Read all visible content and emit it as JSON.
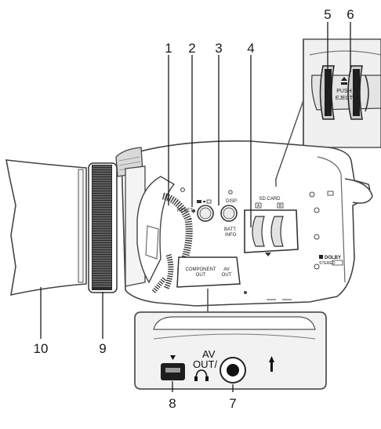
{
  "callouts": {
    "n1": "1",
    "n2": "2",
    "n3": "3",
    "n4": "4",
    "n5": "5",
    "n6": "6",
    "n7": "7",
    "n8": "8",
    "n9": "9",
    "n10": "10"
  },
  "camera_labels": {
    "reset": "RESET",
    "disp": "DISP.",
    "batt_info_1": "BATT.",
    "batt_info_2": "INFO",
    "sd_card": "SD CARD",
    "slot_a": "A",
    "slot_b": "B",
    "dolby_1": "DOLBY",
    "dolby_2": "STEREO",
    "terminal_component_1": "COMPONENT",
    "terminal_component_2": "OUT",
    "terminal_av_1": "AV",
    "terminal_av_2": "OUT"
  },
  "inset_slot": {
    "push": "PUSH",
    "eject": "EJECT"
  },
  "inset_jacks": {
    "av_out_1": "AV",
    "av_out_2": "OUT/"
  },
  "colors": {
    "outline": "#4d4d4d",
    "inset_fill": "#f2f2f2",
    "body_gray": "#e6e6e6",
    "dark": "#1c1c1c"
  }
}
